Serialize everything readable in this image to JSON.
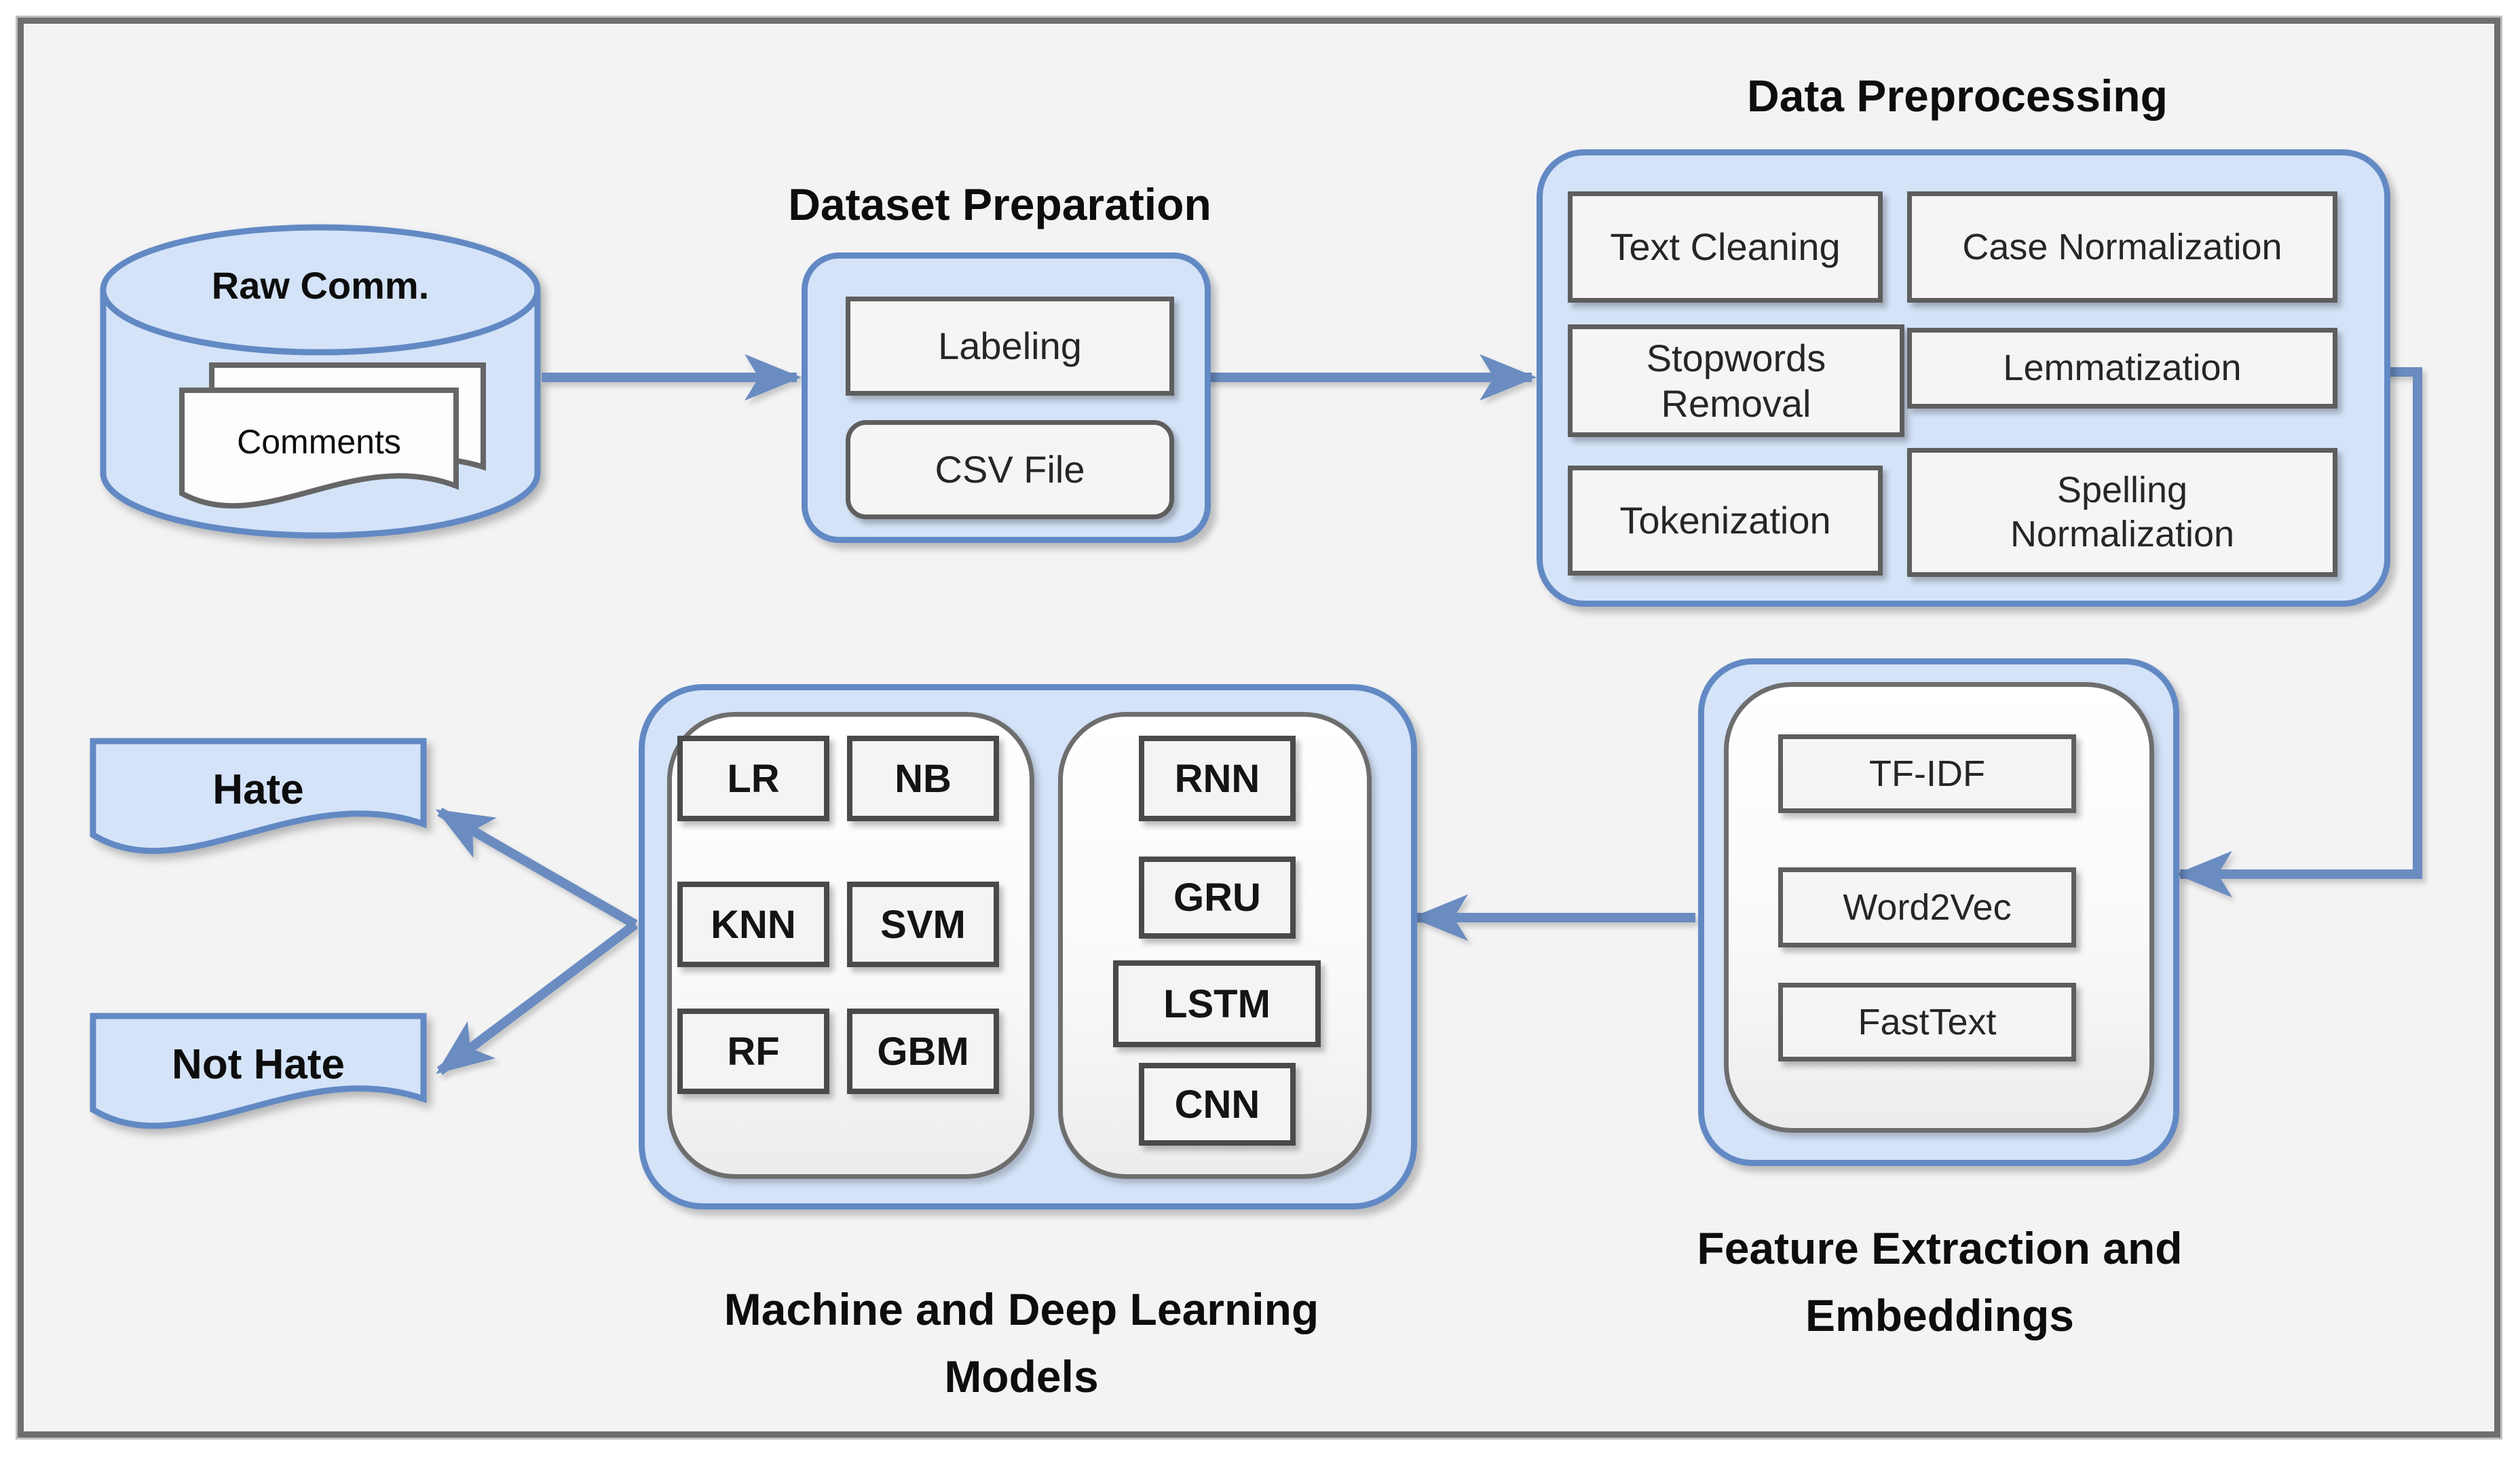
{
  "diagram": {
    "description": "Hate speech classification pipeline flowchart"
  },
  "source": {
    "label": "Raw Comm.",
    "document_label": "Comments"
  },
  "dataset_preparation": {
    "title": "Dataset Preparation",
    "items": [
      "Labeling",
      "CSV File"
    ]
  },
  "data_preprocessing": {
    "title": "Data Preprocessing",
    "left_items": [
      "Text Cleaning",
      "Stopwords Removal",
      "Tokenization"
    ],
    "right_items": [
      "Case Normalization",
      "Lemmatization",
      "Spelling Normalization"
    ]
  },
  "feature_extraction": {
    "title": "Feature Extraction and Embeddings",
    "items": [
      "TF-IDF",
      "Word2Vec",
      "FastText"
    ]
  },
  "models": {
    "title": "Machine and Deep Learning Models",
    "machine_learning": [
      "LR",
      "NB",
      "KNN",
      "SVM",
      "RF",
      "GBM"
    ],
    "deep_learning": [
      "RNN",
      "GRU",
      "LSTM",
      "CNN"
    ]
  },
  "outputs": [
    "Hate",
    "Not Hate"
  ],
  "flow": [
    "raw-comments -> dataset-preparation",
    "dataset-preparation -> data-preprocessing",
    "data-preprocessing -> feature-extraction",
    "feature-extraction -> models",
    "models -> hate",
    "models -> not-hate"
  ],
  "colors": {
    "container_fill": "#d4e3f8",
    "container_border": "#6289c4",
    "arrow": "#6a8cc0",
    "box_fill": "#f5f5f6",
    "box_border": "#5e5e5e",
    "frame_border": "#6e6e6e",
    "frame_background": "#f3f3f4",
    "text": "#0d0d0d"
  }
}
